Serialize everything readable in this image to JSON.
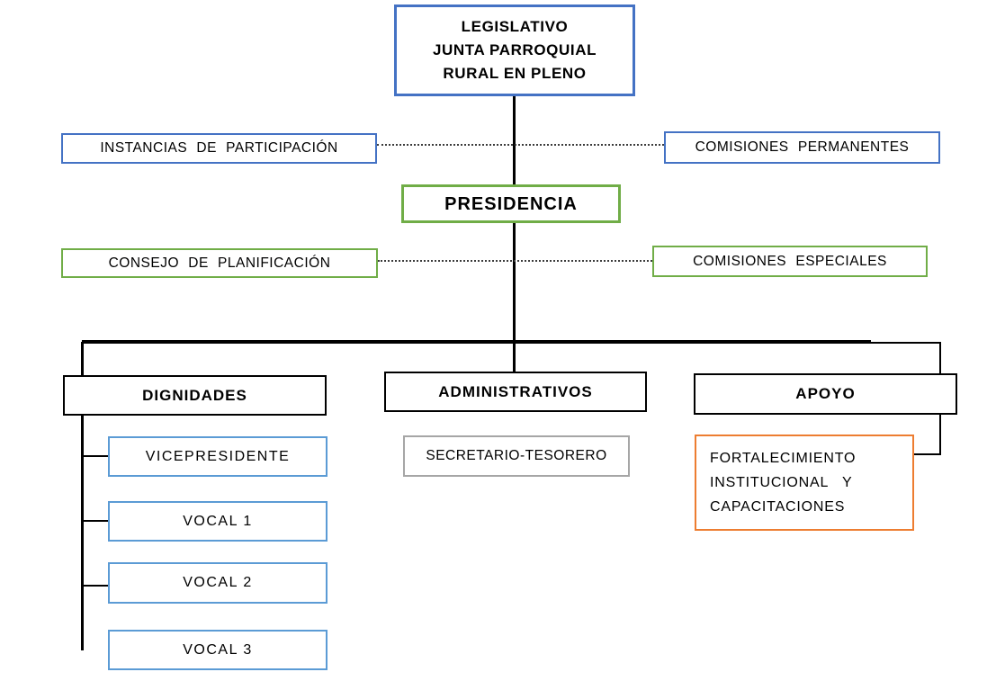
{
  "title": "Organigrama Junta Parroquial Rural",
  "palette": {
    "blue": "#4472C4",
    "light_blue": "#5B9BD5",
    "green": "#70AD47",
    "orange": "#ED7D31",
    "gray": "#A6A6A6",
    "black": "#000000",
    "dotted_line": "#3b3b3b"
  },
  "nodes": {
    "legislativo": {
      "label": "LEGISLATIVO\nJUNTA PARROQUIAL\nRURAL EN PLENO"
    },
    "instancias": {
      "label": "INSTANCIAS DE PARTICIPACIÓN"
    },
    "comisiones_permanentes": {
      "label": "COMISIONES PERMANENTES"
    },
    "presidencia": {
      "label": "PRESIDENCIA"
    },
    "consejo": {
      "label": "CONSEJO DE PLANIFICACIÓN"
    },
    "comisiones_especiales": {
      "label": "COMISIONES ESPECIALES"
    },
    "dignidades": {
      "label": "DIGNIDADES"
    },
    "administrativos": {
      "label": "ADMINISTRATIVOS"
    },
    "apoyo": {
      "label": "APOYO"
    },
    "vicepresidente": {
      "label": "VICEPRESIDENTE"
    },
    "vocal1": {
      "label": "VOCAL 1"
    },
    "vocal2": {
      "label": "VOCAL 2"
    },
    "vocal3": {
      "label": "VOCAL 3"
    },
    "secretario": {
      "label": "SECRETARIO-TESORERO"
    },
    "fortalecimiento": {
      "label": "FORTALECIMIENTO\nINSTITUCIONAL   Y\nCAPACITACIONES"
    }
  }
}
